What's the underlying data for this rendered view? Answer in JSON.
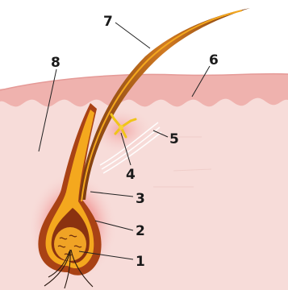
{
  "labels": [
    {
      "id": "1",
      "text": "1"
    },
    {
      "id": "2",
      "text": "2"
    },
    {
      "id": "3",
      "text": "3"
    },
    {
      "id": "4",
      "text": "4"
    },
    {
      "id": "5",
      "text": "5"
    },
    {
      "id": "6",
      "text": "6"
    },
    {
      "id": "7",
      "text": "7"
    },
    {
      "id": "8",
      "text": "8"
    }
  ],
  "colors": {
    "epidermis": "#efb2ae",
    "dermis": "#f7dcd9",
    "hair_shaft": "#c2681f",
    "hair_core": "#f4a81e",
    "follicle_glow": "#e9474d",
    "nerve": "#f0c419"
  }
}
